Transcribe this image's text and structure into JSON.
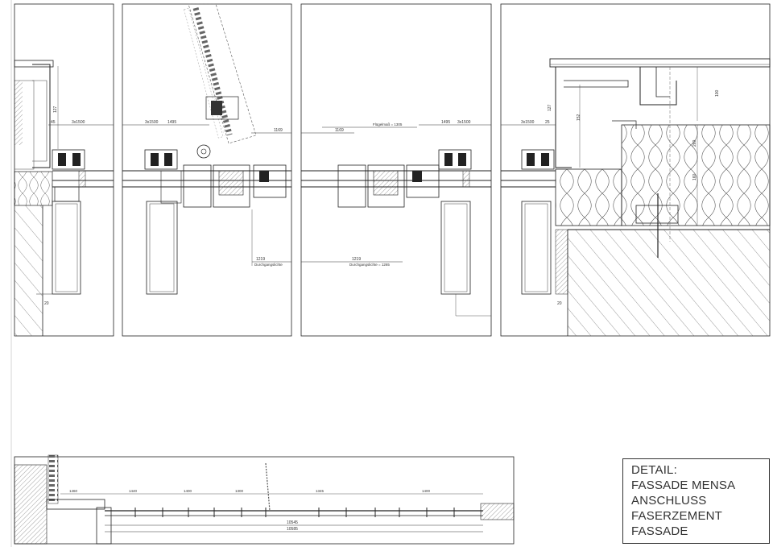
{
  "title_block": {
    "lines": [
      "DETAIL:",
      "FASSADE MENSA",
      "ANSCHLUSS",
      "FASERZEMENT",
      "FASSADE"
    ]
  },
  "dimensions": {
    "d_3x1500": "3x1500",
    "d_1495": "1495",
    "d_1169": "1169",
    "d_fluegel": "Flügelmaß = 1305",
    "d_1219": "1219",
    "d_durch": "Durchgangslichte = 1265",
    "d_durch_short": "Durchgangslichte",
    "d_127": "127",
    "d_45": "45",
    "d_25": "25",
    "d_20": "20",
    "d_152": "152",
    "d_100": "100",
    "d_260": "260",
    "d_160": "160",
    "d_10545": "10545",
    "d_10585": "10585",
    "d_1460": "1460",
    "d_1440": "1440",
    "d_1400": "1400",
    "d_1300": "1300",
    "d_1345": "1345",
    "d_1400b": "1400"
  }
}
